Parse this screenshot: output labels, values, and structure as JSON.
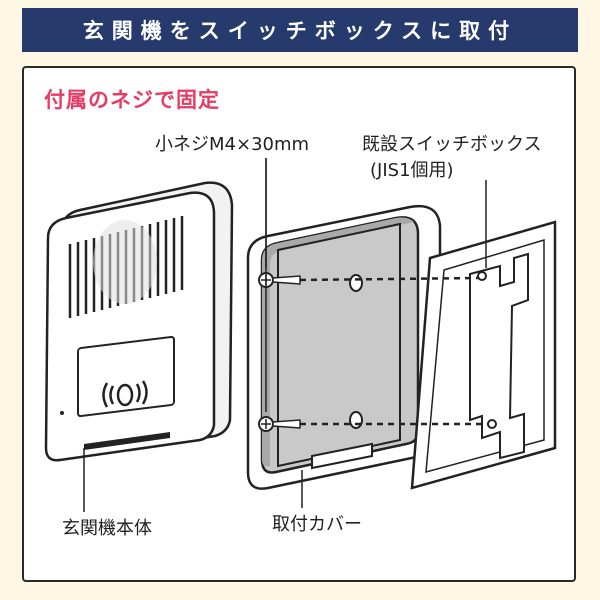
{
  "header": {
    "title": "玄関機をスイッチボックスに取付"
  },
  "section": {
    "subtitle": "付属のネジで固定"
  },
  "labels": {
    "screw": "小ネジM4×30mm",
    "switch_box_line1": "既設スイッチボックス",
    "switch_box_line2": "(JIS1個用)",
    "door_unit": "玄関機本体",
    "cover": "取付カバー"
  }
}
